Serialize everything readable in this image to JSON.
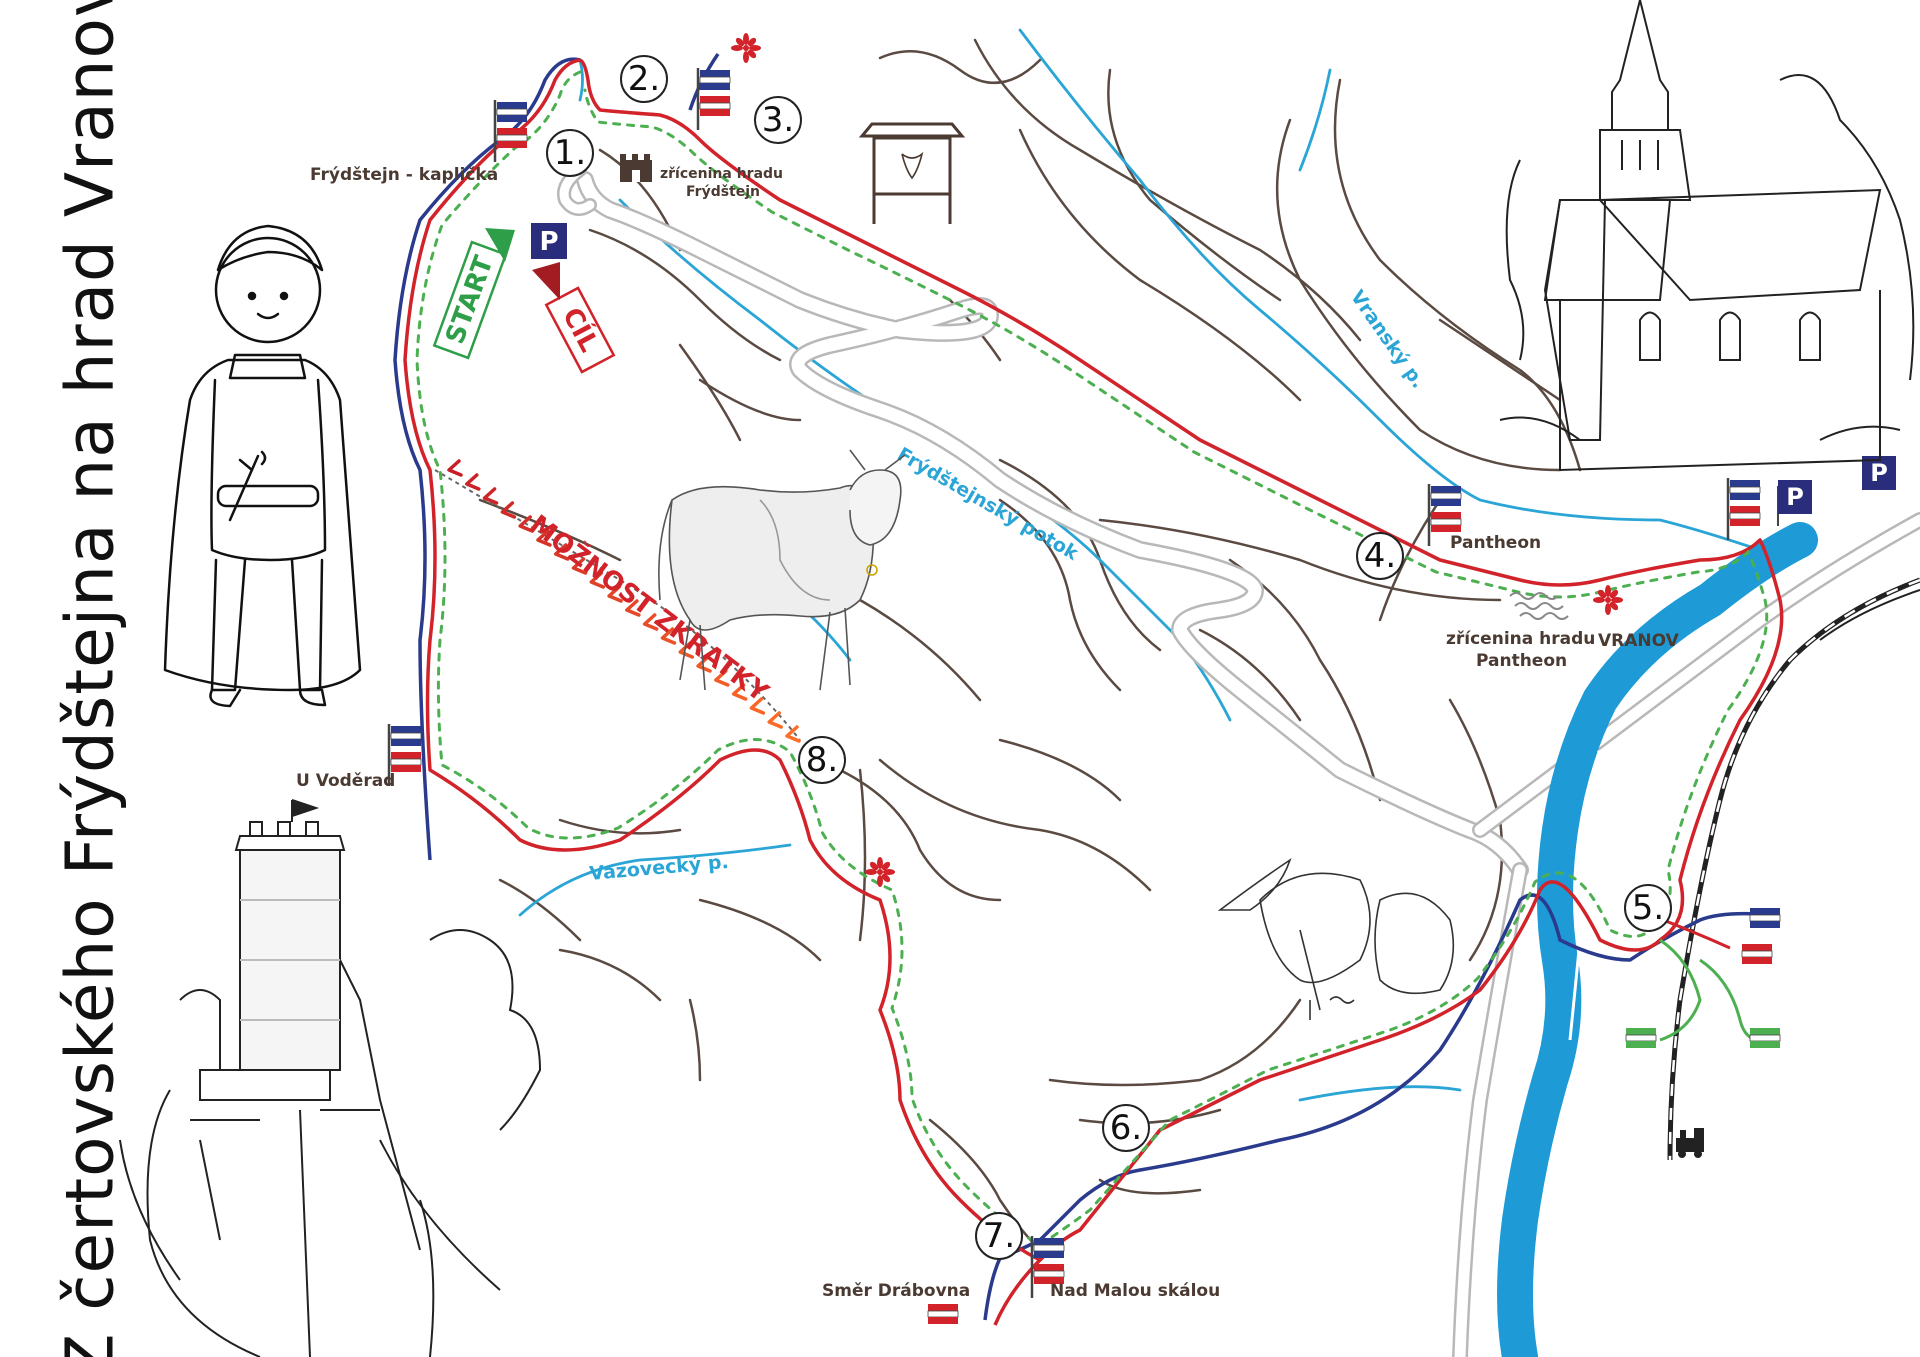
{
  "title": "Z čertovského Frýdštejna na hrad Vranov",
  "colors": {
    "red": "#d2232a",
    "blue": "#2a3a8c",
    "green": "#4caf50",
    "stream": "#2aa5d6",
    "contour": "#5a4a42",
    "river": "#1e9ad6",
    "parking": "#2a2c7c"
  },
  "places": {
    "frydstejn_kaplicka": "Frýdštejn - kaplička",
    "zricenina_frydstejn_1": "zřícenina hradu",
    "zricenina_frydstejn_2": "Frýdštejn",
    "pantheon": "Pantheon",
    "zricenina_pantheon_1": "zřícenina hradu",
    "zricenina_pantheon_2": "Pantheon",
    "vranov": "VRANOV",
    "u_voderad": "U Voděrad",
    "smer_drabovna": "Směr Drábovna",
    "nad_malou_skalou": "Nad Malou skálou"
  },
  "streams": {
    "vransky": "Vranský p.",
    "frydstejnsky": "Frýdštejnský potok",
    "vazovecky": "Vazovecký p."
  },
  "markers": {
    "start": "START",
    "cil": "CÍL",
    "parking": "P",
    "shortcut": "MOŽNOST ZKRATKY"
  },
  "stops": [
    "1.",
    "2.",
    "3.",
    "4.",
    "5.",
    "6.",
    "7.",
    "8."
  ],
  "icons": [
    "castle-ruin-icon",
    "info-board-icon",
    "flower-icon",
    "train-icon",
    "trail-sign-icon",
    "parking-icon",
    "cow-illustration",
    "knight-illustration",
    "castle-illustration",
    "church-illustration",
    "linden-leaf-illustration"
  ]
}
